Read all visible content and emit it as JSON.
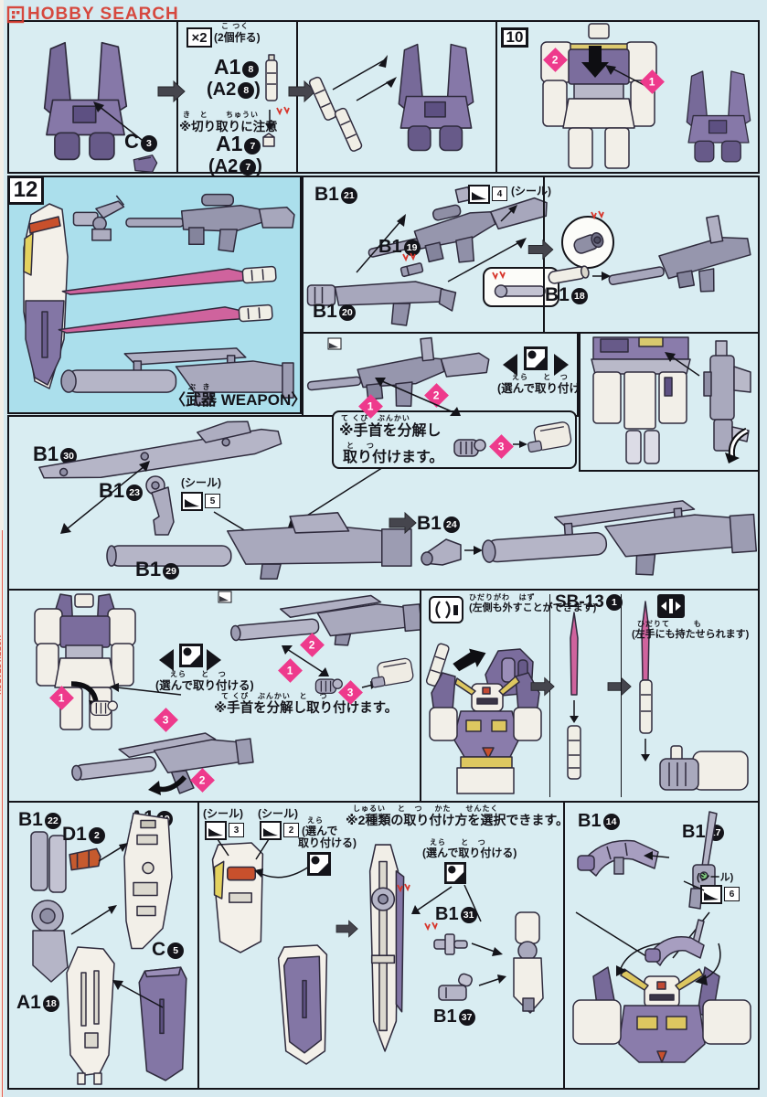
{
  "watermark": "HOBBY SEARCH",
  "paren": ")",
  "b1": "B1",
  "top": {
    "c": "C",
    "c_n": "3",
    "x2": "×2",
    "x2_furi": "こ つく",
    "x2_note": "(2個作る)",
    "a1": "A1",
    "n8": "8",
    "a2": "(A2",
    "n7": "7",
    "caution_furi": "き   と      ちゅうい",
    "caution": "※切り取りに注意",
    "step": "10",
    "m1": "1",
    "m2": "2"
  },
  "weapons": {
    "step": "12",
    "furi": "ぶ  き",
    "caption": "〈武器 WEAPON〉"
  },
  "rifle": {
    "n21": "21",
    "n19": "19",
    "n20": "20",
    "n18": "18",
    "seal": "(シール)",
    "seal_n": "4"
  },
  "grip1": {
    "m1": "1",
    "m2": "2",
    "m3": "3",
    "sel_furi": "えら     と   つ",
    "sel": "(選んで取り付ける)",
    "furi1": "て くび   ぶんかい",
    "line1": "※手首を分解し",
    "furi2": "と    つ",
    "line2": "取り付けます。"
  },
  "baz": {
    "n30": "30",
    "n23": "23",
    "n29": "29",
    "n24": "24",
    "seal": "(シール)",
    "seal_n": "5"
  },
  "grip2": {
    "m1": "1",
    "m2": "2",
    "m3": "3",
    "sel_furi": "えら     と   つ",
    "sel": "(選んで取り付ける)",
    "note_furi": "て くび   ぶんかい   と    つ",
    "note": "※手首を分解し取り付けます。"
  },
  "saber": {
    "l_furi": "ひだりがわ   はず",
    "l_note": "(左側も外すことができます)",
    "part": "SB-13",
    "part_n": "1",
    "r_furi": "ひだりて        も",
    "r_note": "(左手にも持たせられます)"
  },
  "sh1": {
    "n22": "22",
    "d1": "D1",
    "n2": "2",
    "a1": "A1",
    "n19": "19",
    "n18": "18",
    "c": "C",
    "n5": "5"
  },
  "sh2": {
    "seal": "(シール)",
    "n3": "3",
    "n2": "2",
    "sel_furi": "えら",
    "sel1": "(選んで",
    "sel2": "取り付ける)",
    "note_furi": "しゅるい    と   つ    かた     せんたく",
    "note": "※2種類の取り付け方を選択できます。",
    "sel_full_furi": "えら     と   つ",
    "sel_full": "(選んで取り付ける)",
    "n31": "31",
    "n37": "37"
  },
  "ant": {
    "n14": "14",
    "n17": "17",
    "seal": "(シール)",
    "seal_n": "6"
  }
}
